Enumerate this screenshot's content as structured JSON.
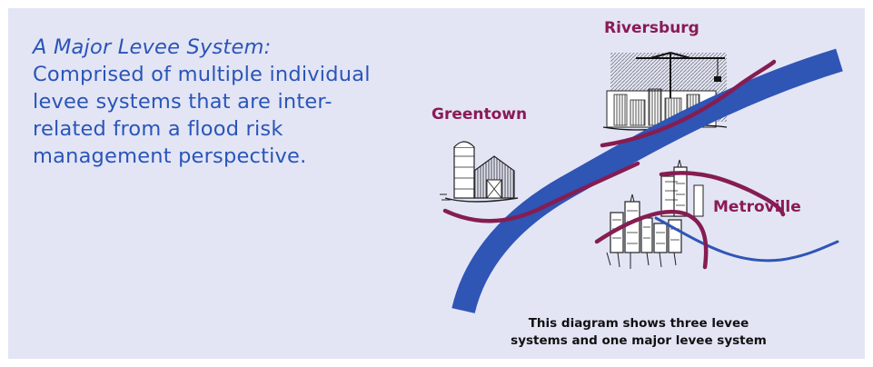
{
  "definition": {
    "term": "A Major Levee System:",
    "body": "Comprised of multiple individual levee systems that are inter-related from a flood risk management perspective."
  },
  "diagram": {
    "towns": {
      "riversburg": "Riversburg",
      "greentown": "Greentown",
      "metroville": "Metroville"
    },
    "caption_line1": "This diagram shows three levee",
    "caption_line2": "systems and one major levee system"
  },
  "colors": {
    "background": "#e3e5f5",
    "text_blue": "#2a55b8",
    "river_blue": "#2f55b5",
    "levee_maroon": "#851d52",
    "caption": "#111111"
  }
}
